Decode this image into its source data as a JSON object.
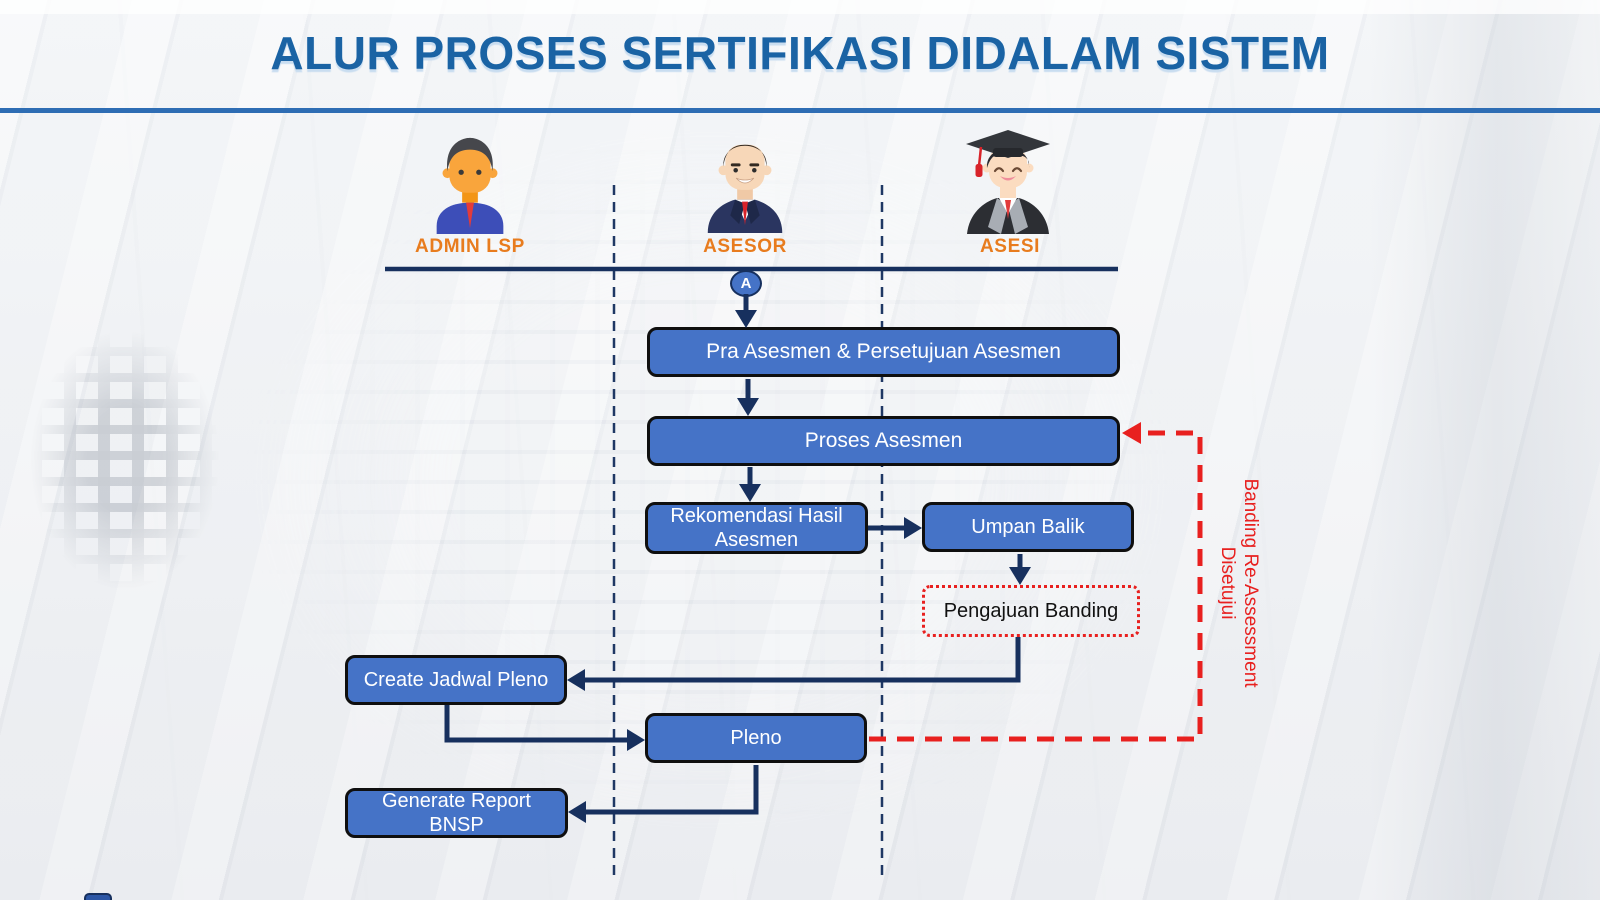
{
  "page": {
    "title": "ALUR PROSES SERTIFIKASI DIDALAM SISTEM"
  },
  "actors": [
    {
      "id": "admin-lsp",
      "label": "ADMIN LSP"
    },
    {
      "id": "asesor",
      "label": "ASESOR"
    },
    {
      "id": "asesi",
      "label": "ASESI"
    }
  ],
  "start_marker": {
    "label": "A"
  },
  "nodes": [
    {
      "id": "pra-asesmen",
      "label": "Pra Asesmen & Persetujuan Asesmen",
      "style": "solid-blue"
    },
    {
      "id": "proses-asesmen",
      "label": "Proses Asesmen",
      "style": "solid-blue"
    },
    {
      "id": "rekomendasi-hasil",
      "label": "Rekomendasi Hasil\nAsesmen",
      "style": "solid-blue"
    },
    {
      "id": "umpan-balik",
      "label": "Umpan Balik",
      "style": "solid-blue"
    },
    {
      "id": "pengajuan-banding",
      "label": "Pengajuan Banding",
      "style": "dotted-red"
    },
    {
      "id": "create-jadwal-pleno",
      "label": "Create Jadwal Pleno",
      "style": "solid-blue"
    },
    {
      "id": "pleno",
      "label": "Pleno",
      "style": "solid-blue"
    },
    {
      "id": "generate-report-bnsp",
      "label": "Generate Report\nBNSP",
      "style": "solid-blue"
    }
  ],
  "edge_label": {
    "text": "Banding Re-Assessment\nDisetujui"
  },
  "colors": {
    "title_blue": "#1a63a4",
    "rule_blue": "#2e6db4",
    "box_fill": "#4573c7",
    "box_border": "#0f0f0f",
    "connector_navy": "#17305e",
    "lane_navy": "#1f3864",
    "alert_red": "#e8201f",
    "actor_orange": "#e87c1e"
  }
}
